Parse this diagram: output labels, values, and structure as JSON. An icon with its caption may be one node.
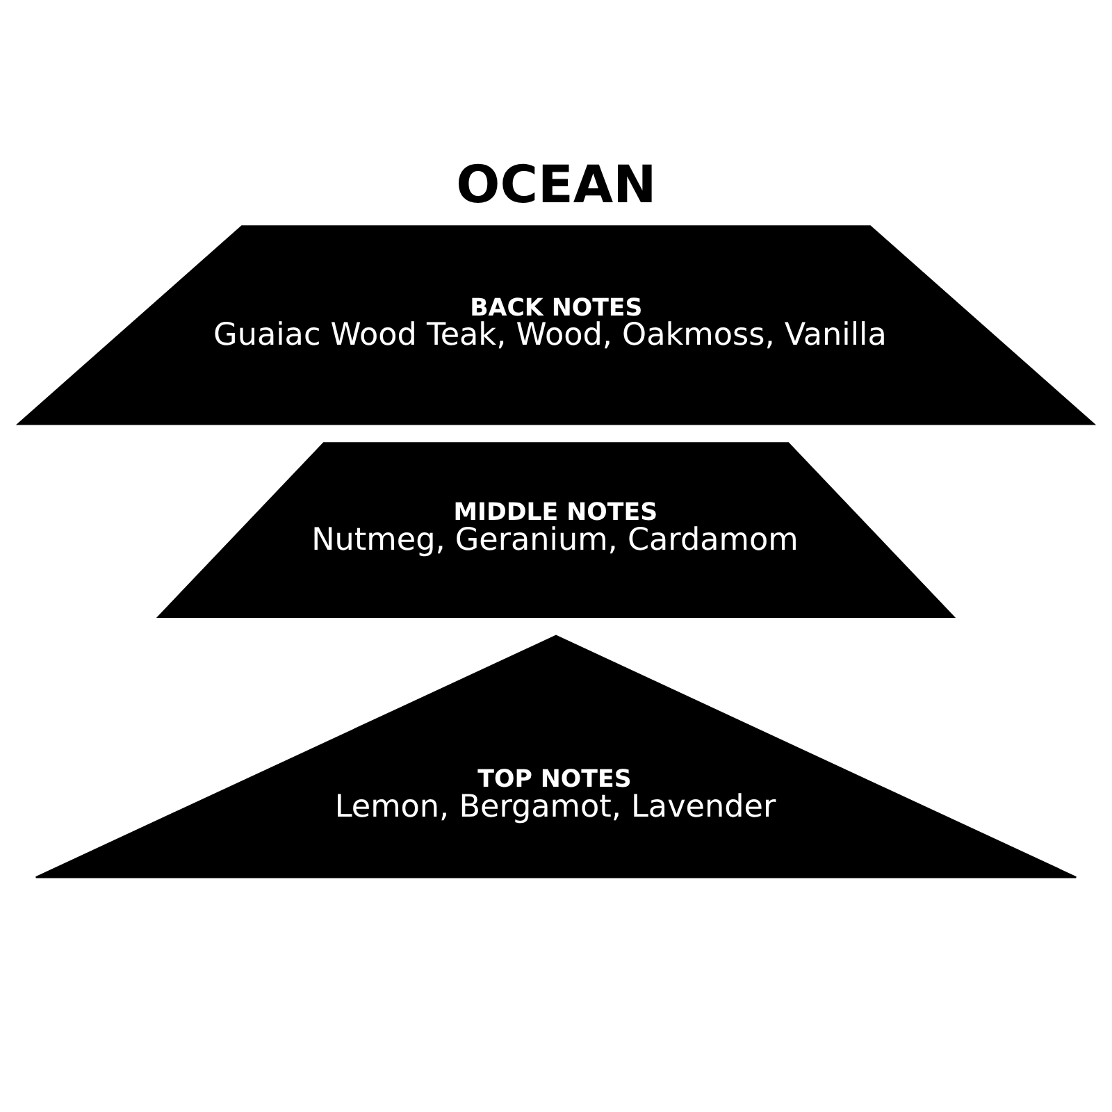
{
  "diagram": {
    "title": "OCEAN",
    "nodes": [
      {
        "text": [
          "TOP NOTES",
          "Lemon, Bergamot, Lavender"
        ]
      },
      {
        "text": [
          "MIDDLE NOTES",
          "Nutmeg, Geranium, Cardamom"
        ]
      },
      {
        "text": [
          "BACK NOTES",
          "Guaiac Wood Teak, Wood, Oakmoss, Vanilla"
        ]
      }
    ]
  }
}
